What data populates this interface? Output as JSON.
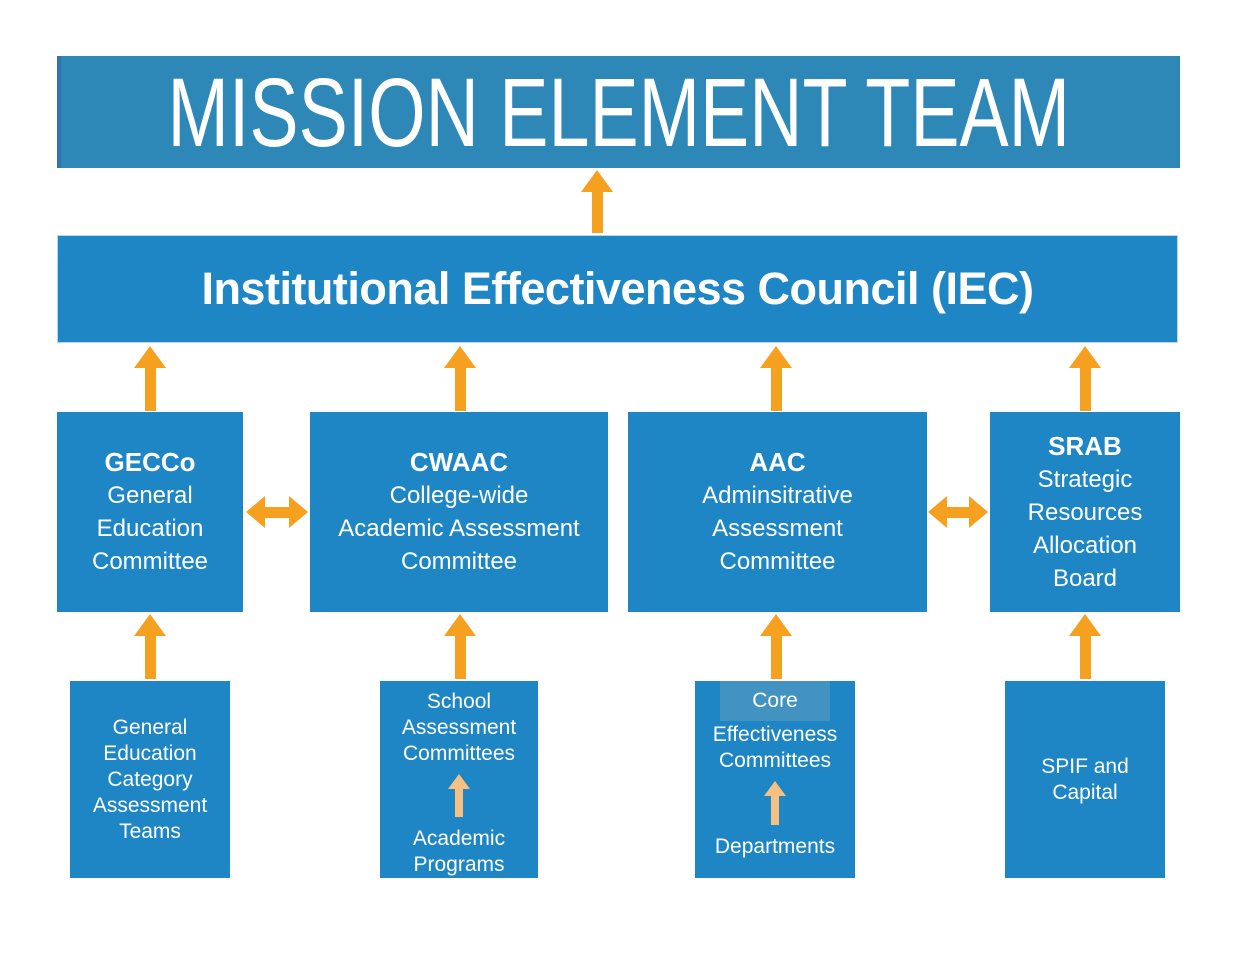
{
  "palette": {
    "banner_blue": "#2d87b7",
    "box_blue": "#1e86c4",
    "core_patch_blue": "#4292c2",
    "arrow_orange": "#f6a01f",
    "arrow_light_orange": "#f7c083",
    "text_white": "#ffffff",
    "background": "#ffffff"
  },
  "top_banner": {
    "title": "MISSION ELEMENT TEAM"
  },
  "iec_banner": {
    "title": "Institutional Effectiveness Council (IEC)"
  },
  "committees": [
    {
      "acronym": "GECCo",
      "lines": [
        "General",
        "Education",
        "Committee"
      ]
    },
    {
      "acronym": "CWAAC",
      "lines": [
        "College-wide",
        "Academic Assessment",
        "Committee"
      ]
    },
    {
      "acronym": "AAC",
      "lines": [
        "Adminsitrative",
        "Assessment",
        "Committee"
      ]
    },
    {
      "acronym": "SRAB",
      "lines": [
        "Strategic",
        "Resources",
        "Allocation",
        "Board"
      ]
    }
  ],
  "feeders": [
    {
      "lines": [
        "General",
        "Education",
        "Category",
        "Assessment",
        "Teams"
      ]
    },
    {
      "top_lines": [
        "School",
        "Assessment",
        "Committees"
      ],
      "bottom_lines": [
        "Academic",
        "Programs"
      ]
    },
    {
      "highlighted_line": "Core",
      "top_lines": [
        "Effectiveness",
        "Committees"
      ],
      "bottom_lines": [
        "Departments"
      ]
    },
    {
      "lines": [
        "SPIF and",
        "Capital"
      ]
    }
  ]
}
